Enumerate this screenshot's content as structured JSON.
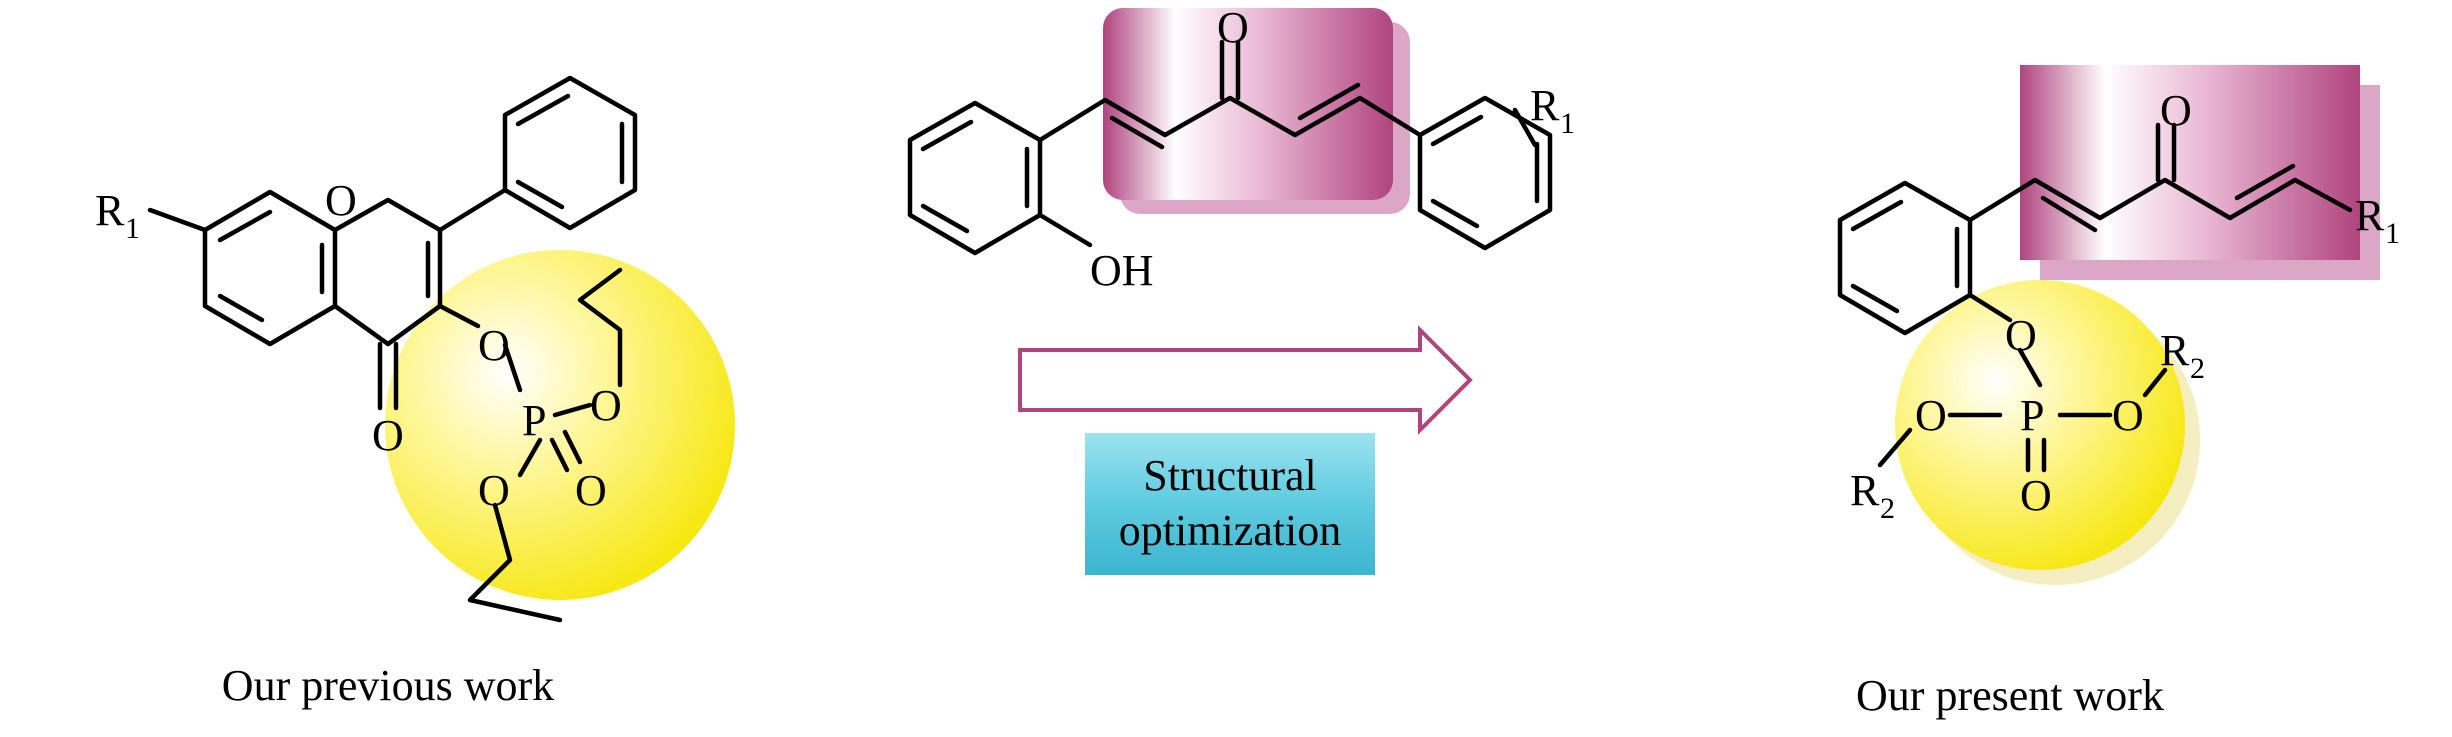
{
  "labels": {
    "r1": "R",
    "r1_sub": "1",
    "r2": "R",
    "r2_sub": "2",
    "oxygen": "O",
    "phosphorus": "P",
    "hydroxyl": "OH"
  },
  "arrow_box": {
    "line1": "Structural",
    "line2": "optimization"
  },
  "captions": {
    "previous": "Our previous work",
    "present": "Our present work"
  },
  "colors": {
    "magenta_highlight": "#b0447f",
    "yellow_highlight": "#ffee00",
    "box_cyan": "#4ec3d9",
    "arrow_outline": "#b0447f"
  }
}
